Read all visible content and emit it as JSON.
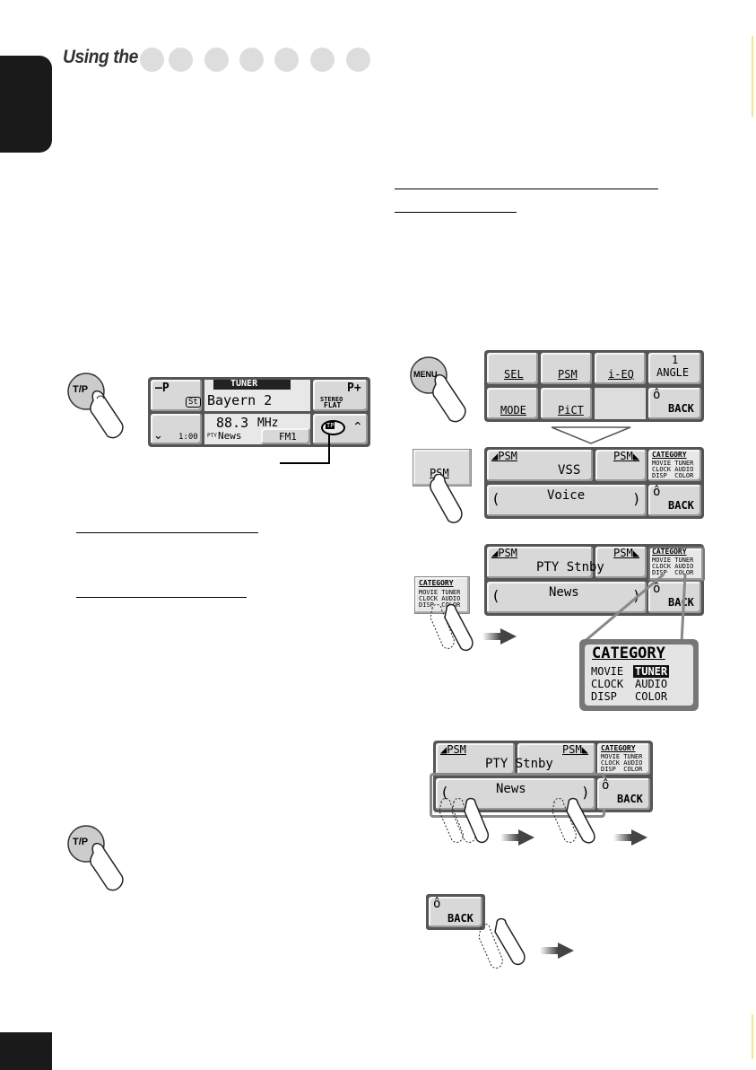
{
  "header": {
    "title": "Using the"
  },
  "tuner_display": {
    "minus_p": "–P",
    "st": "St",
    "source": "TUNER",
    "station": "Bayern 2",
    "plus_p": "P+",
    "stereo": "STEREO",
    "flat": "FLAT",
    "frequency": "88.3",
    "unit": "MHz",
    "clock": "1:00",
    "pty": "News",
    "band": "FM1",
    "tp": "TP"
  },
  "buttons": {
    "tp_button": "T/P",
    "tp_button_2": "T/P",
    "menu_button": "MENU",
    "psm_button": "PSM"
  },
  "menu_screen": {
    "sel": "SEL",
    "psm": "PSM",
    "ieq": "i-EQ",
    "angle_num": "1",
    "angle": "ANGLE",
    "mode": "MODE",
    "pict": "PiCT",
    "back": "BACK"
  },
  "psm_screen_1": {
    "psm_left": "PSM",
    "psm_right": "PSM",
    "item": "VSS",
    "value": "Voice",
    "back": "BACK"
  },
  "category_panel": {
    "title": "CATEGORY",
    "rows": [
      "MOVIE TUNER",
      "CLOCK AUDIO",
      "DISP  COLOR"
    ]
  },
  "psm_screen_2": {
    "psm_left": "PSM",
    "psm_right": "PSM",
    "item": "PTY Stnby",
    "value": "News",
    "back": "BACK"
  },
  "category_zoom": {
    "title": "CATEGORY",
    "movie": "MOVIE",
    "tuner": "TUNER",
    "clock": "CLOCK",
    "audio": "AUDIO",
    "disp": "DISP",
    "color": "COLOR"
  },
  "psm_screen_3": {
    "psm_left": "PSM",
    "psm_right": "PSM",
    "item": "PTY Stnby",
    "value": "News",
    "back": "BACK"
  },
  "back_button": {
    "label": "BACK"
  }
}
